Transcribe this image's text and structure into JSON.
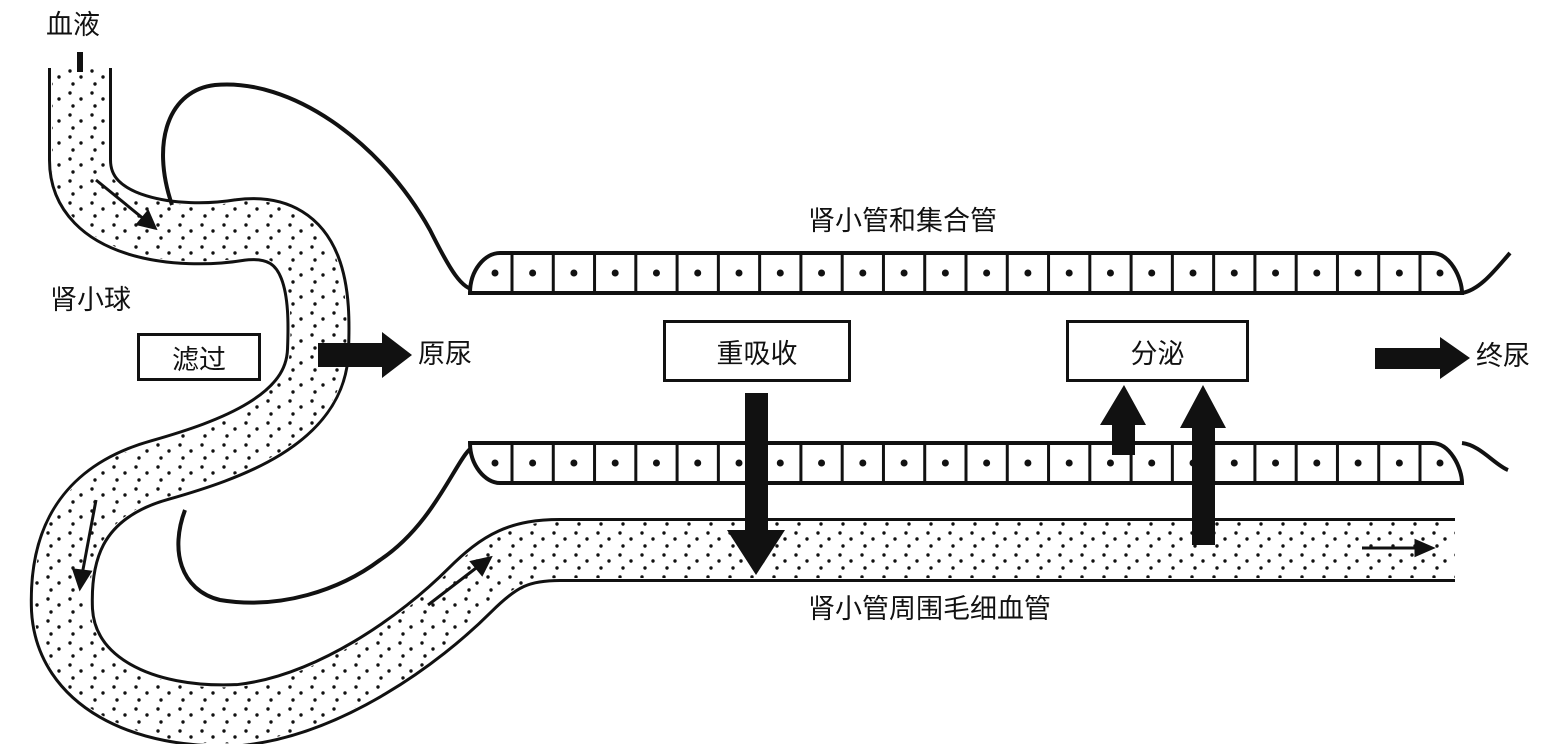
{
  "labels": {
    "blood": "血液",
    "glomerulus": "肾小球",
    "primary_urine": "原尿",
    "tubule_and_duct": "肾小管和集合管",
    "final_urine": "终尿",
    "peritubular_capillary": "肾小管周围毛细血管"
  },
  "processes": {
    "filtration": "滤过",
    "reabsorption": "重吸收",
    "secretion": "分泌"
  },
  "colors": {
    "ink": "#111111",
    "background": "#ffffff"
  }
}
